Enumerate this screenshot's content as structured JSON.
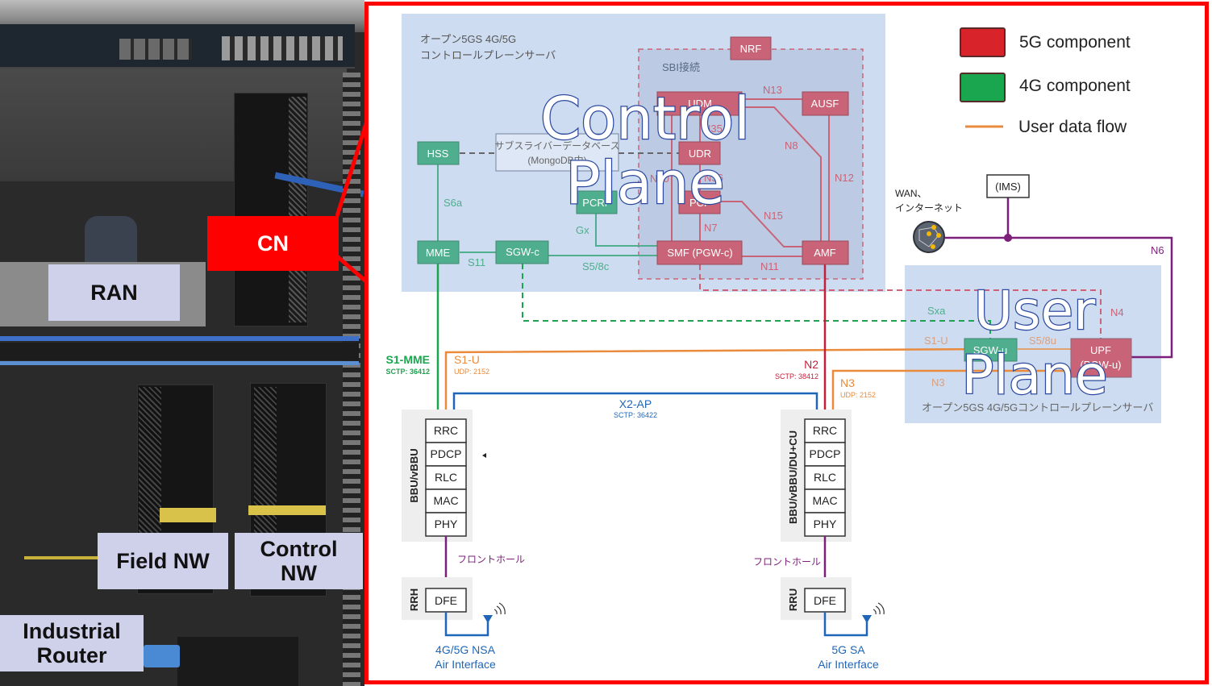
{
  "photo_labels": {
    "ran": "RAN",
    "cn": "CN",
    "field_nw": "Field NW",
    "control_nw_line1": "Control",
    "control_nw_line2": "NW",
    "industrial_router_line1": "Industrial",
    "industrial_router_line2": "Router"
  },
  "legend": {
    "items": [
      {
        "label": "5G component",
        "color": "#d9232a"
      },
      {
        "label": "4G component",
        "color": "#1aa64e"
      },
      {
        "label": "User data flow",
        "color": "#e98a3c"
      }
    ]
  },
  "colors": {
    "nf_5g": "#c96478",
    "nf_4g": "#4fae8e",
    "control_plane_bg": "#cddcf0",
    "sbi_bg": "#bccbe3",
    "user_flow": "#e98a3c",
    "x2_blue": "#1f66b8",
    "fronthaul_purple": "#7b1f7a",
    "n2_red": "#c41e3a",
    "s1mme_green": "#1aa64e"
  },
  "control_plane": {
    "server_label_line1": "オープン5GS 4G/5G",
    "server_label_line2": "コントロールプレーンサーバ",
    "overlay_line1": "Control",
    "overlay_line2": "Plane",
    "sbi_label": "SBI接続",
    "subscriber_db_line1": "サブスライバーデータベース",
    "subscriber_db_line2": "(MongoDB中)",
    "nodes": {
      "hss": "HSS",
      "mme": "MME",
      "sgw_c": "SGW-c",
      "pcrf": "PCRF",
      "nrf": "NRF",
      "udm": "UDM",
      "udr": "UDR",
      "pcf": "PCF",
      "ausf": "AUSF",
      "smf": "SMF (PGW-c)",
      "amf": "AMF"
    },
    "interfaces": {
      "s6a": "S6a",
      "s11": "S11",
      "gx": "Gx",
      "s5_8c": "S5/8c",
      "n13": "N13",
      "n35": "N35",
      "n8": "N8",
      "n12": "N12",
      "n10": "N10",
      "n36": "N36",
      "n15": "N15",
      "n7": "N7",
      "n11": "N11"
    }
  },
  "external": {
    "wan_line1": "WAN、",
    "wan_line2": "インターネット",
    "ims": "(IMS)",
    "n6": "N6"
  },
  "user_plane": {
    "overlay_line1": "User",
    "overlay_line2": "Plane",
    "server_label": "オープン5GS 4G/5Gコントロールプレーンサーバ",
    "nodes": {
      "sgw_u": "SGW-u",
      "upf_line1": "UPF",
      "upf_line2": "(PGW-u)"
    },
    "interfaces": {
      "sxa": "Sxa",
      "n4": "N4",
      "s1_u": "S1-U",
      "s5_8u": "S5/8u",
      "n3": "N3"
    }
  },
  "ran_links": {
    "s1_mme": "S1-MME",
    "s1_mme_port": "SCTP: 36412",
    "s1_u": "S1-U",
    "s1_u_port": "UDP: 2152",
    "x2_ap": "X2-AP",
    "x2_ap_port": "SCTP: 36422",
    "n2": "N2",
    "n2_port": "SCTP: 38412",
    "n3": "N3",
    "n3_port": "UDP: 2152"
  },
  "ran_left": {
    "group_label": "BBU/vBBU",
    "layers": [
      "RRC",
      "PDCP",
      "RLC",
      "MAC",
      "PHY"
    ],
    "fronthaul": "フロントホール",
    "radio_label": "RRH",
    "dfe": "DFE",
    "air_line1": "4G/5G NSA",
    "air_line2": "Air Interface"
  },
  "ran_right": {
    "group_label": "BBU/vBBU/DU+CU",
    "layers": [
      "RRC",
      "PDCP",
      "RLC",
      "MAC",
      "PHY"
    ],
    "fronthaul": "フロントホール",
    "radio_label": "RRU",
    "dfe": "DFE",
    "air_line1": "5G SA",
    "air_line2": "Air Interface"
  }
}
